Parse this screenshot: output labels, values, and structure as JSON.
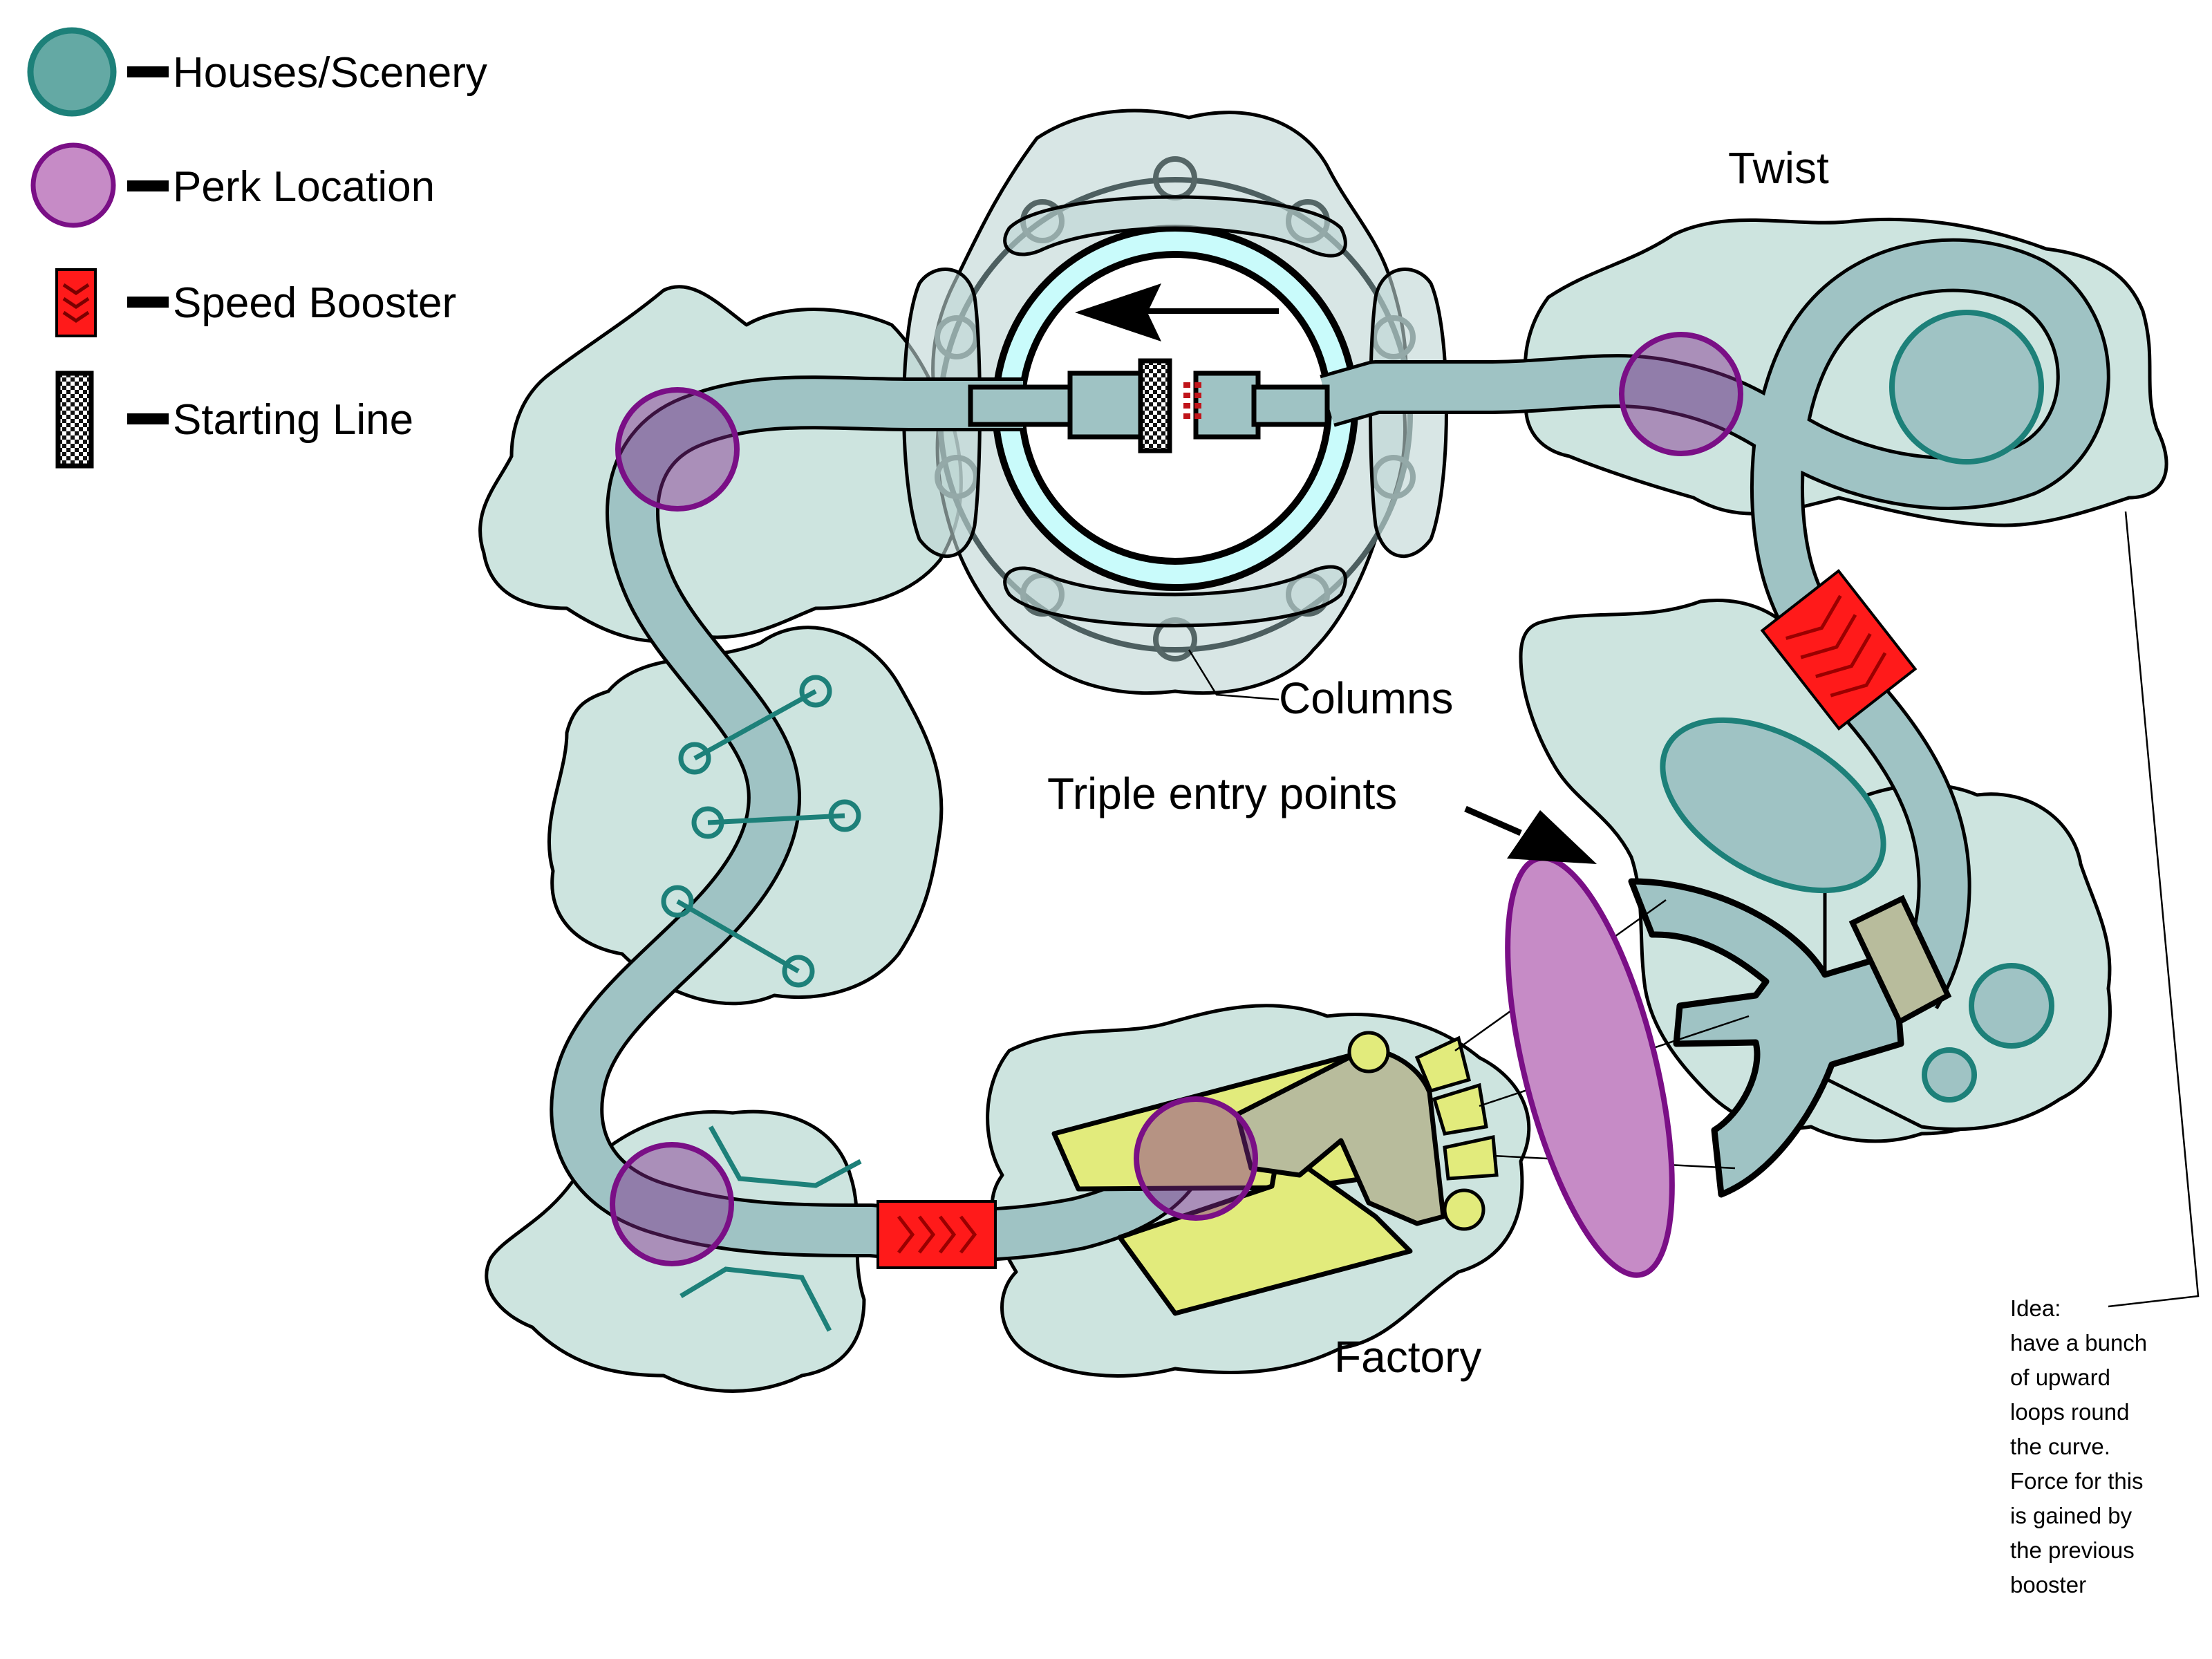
{
  "legend": {
    "houses_label": "Houses/Scenery",
    "perk_label": "Perk Location",
    "booster_label": "Speed Booster",
    "start_label": "Starting Line"
  },
  "annotations": {
    "twist": "Twist",
    "columns": "Columns",
    "triple_entry": "Triple entry points",
    "factory": "Factory"
  },
  "idea_note": [
    "Idea:",
    "have a bunch",
    "of  upward",
    "loops round",
    "the curve.",
    "Force for this",
    "is gained by",
    "the previous",
    "booster"
  ],
  "colors": {
    "scenery_fill": "#cde4df",
    "house_fill": "#9fc3c4",
    "house_stroke": "#1d8079",
    "perk_fill": "#c68bc6",
    "perk_stroke": "#7a0f86",
    "road_fill": "#9fc3c4",
    "booster_red": "#ff1a1a",
    "arena_ring": "#c9fbfb",
    "factory_yellow": "#e2eb7c",
    "factory_gray": "#b8bc9c"
  },
  "icons": {
    "houses": "teal-circle-icon",
    "perk": "purple-circle-icon",
    "booster": "red-chevron-icon",
    "start": "checkered-flag-icon"
  }
}
